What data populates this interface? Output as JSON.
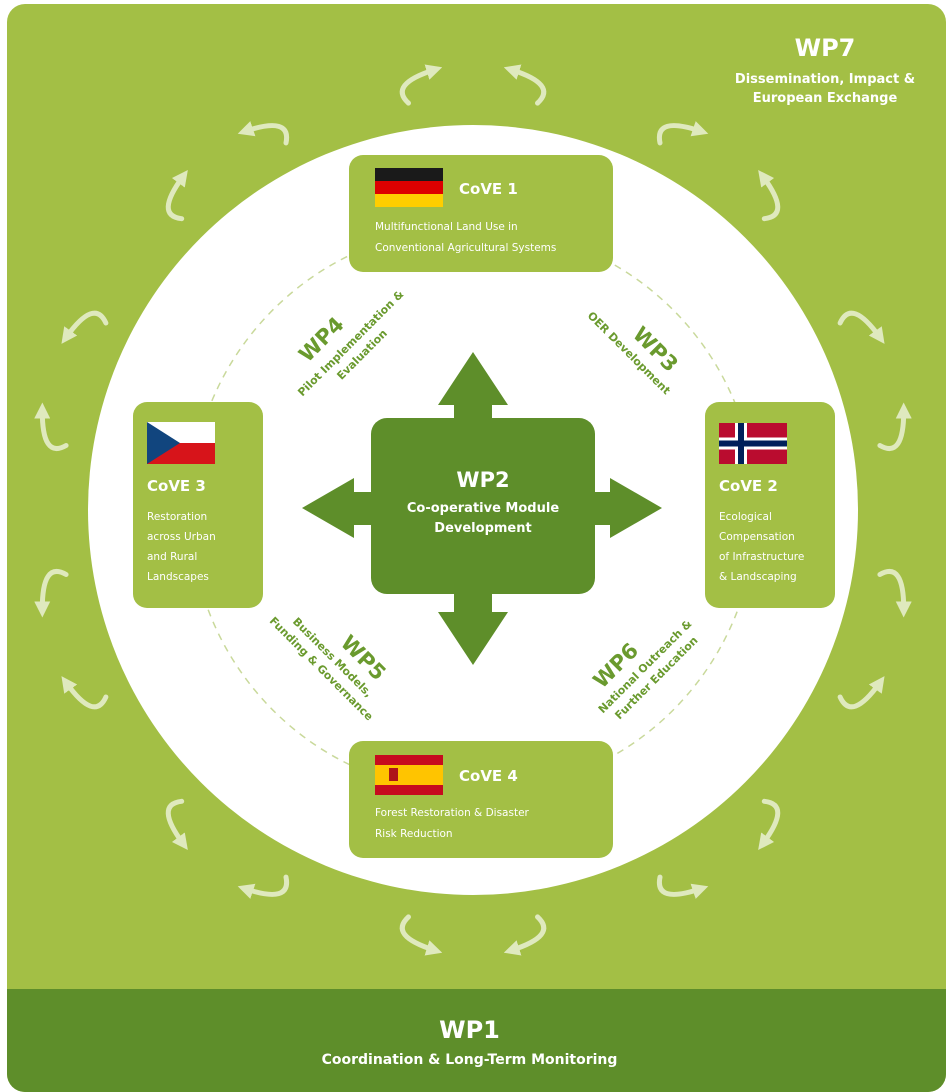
{
  "wp7": {
    "title": "WP7",
    "subtitle_line1": "Dissemination, Impact &",
    "subtitle_line2": "European Exchange"
  },
  "wp1": {
    "title": "WP1",
    "subtitle": "Coordination & Long-Term Monitoring"
  },
  "wp2": {
    "title": "WP2",
    "line1": "Co-operative Module",
    "line2": "Development"
  },
  "wp3": {
    "title": "WP3",
    "line1": "OER Development"
  },
  "wp4": {
    "title": "WP4",
    "line1": "Pilot Implementation &",
    "line2": "Evaluation"
  },
  "wp5": {
    "title": "WP5",
    "line1": "Business Models,",
    "line2": "Funding & Governance"
  },
  "wp6": {
    "title": "WP6",
    "line1": "National Outreach &",
    "line2": "Further Education"
  },
  "cove1": {
    "title": "CoVE 1",
    "line1": "Multifunctional Land Use in",
    "line2": "Conventional Agricultural Systems",
    "flag": "germany-flag"
  },
  "cove2": {
    "title": "CoVE 2",
    "line1": "Ecological",
    "line2": "Compensation",
    "line3": "of Infrastructure",
    "line4": "& Landscaping",
    "flag": "norway-flag"
  },
  "cove3": {
    "title": "CoVE 3",
    "line1": "Restoration",
    "line2": "across Urban",
    "line3": "and Rural",
    "line4": "Landscapes",
    "flag": "czech-flag"
  },
  "cove4": {
    "title": "CoVE 4",
    "line1": "Forest Restoration & Disaster",
    "line2": "Risk Reduction",
    "flag": "spain-flag"
  },
  "colors": {
    "background": "#a3bf45",
    "footer": "#5e8e2a",
    "box": "#a3bf45",
    "center": "#5e8e2a",
    "wp_label": "#6a9a2e"
  }
}
